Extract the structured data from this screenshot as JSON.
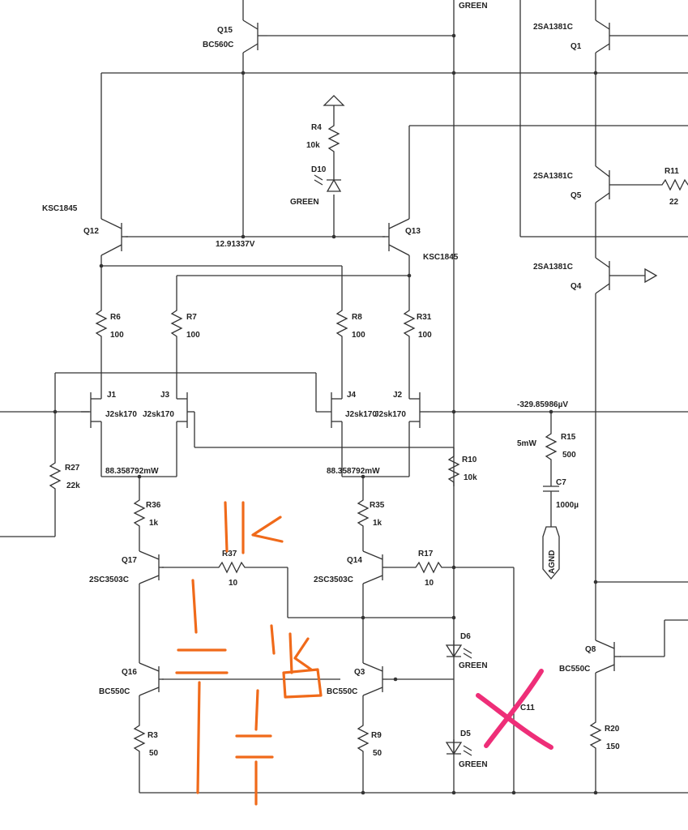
{
  "transistors": [
    {
      "ref": "Q15",
      "part": "BC560C"
    },
    {
      "ref": "Q1",
      "part": "2SA1381C"
    },
    {
      "ref": "Q5",
      "part": "2SA1381C"
    },
    {
      "ref": "Q4",
      "part": "2SA1381C"
    },
    {
      "ref": "Q12",
      "part": "KSC1845"
    },
    {
      "ref": "Q13",
      "part": "KSC1845"
    },
    {
      "ref": "Q17",
      "part": "2SC3503C"
    },
    {
      "ref": "Q14",
      "part": "2SC3503C"
    },
    {
      "ref": "Q16",
      "part": "BC550C"
    },
    {
      "ref": "Q3",
      "part": "BC550C"
    },
    {
      "ref": "Q8",
      "part": "BC550C"
    }
  ],
  "jfets": [
    {
      "ref": "J1",
      "part": "J2sk170"
    },
    {
      "ref": "J3",
      "part": "J2sk170"
    },
    {
      "ref": "J4",
      "part": "J2sk170"
    },
    {
      "ref": "J2",
      "part": "J2sk170"
    }
  ],
  "resistors": [
    {
      "ref": "R4",
      "value": "10k"
    },
    {
      "ref": "R11",
      "value": "22"
    },
    {
      "ref": "R6",
      "value": "100"
    },
    {
      "ref": "R7",
      "value": "100"
    },
    {
      "ref": "R8",
      "value": "100"
    },
    {
      "ref": "R31",
      "value": "100"
    },
    {
      "ref": "R27",
      "value": "22k"
    },
    {
      "ref": "R36",
      "value": "1k"
    },
    {
      "ref": "R35",
      "value": "1k"
    },
    {
      "ref": "R10",
      "value": "10k"
    },
    {
      "ref": "R15",
      "value": "500"
    },
    {
      "ref": "R37",
      "value": "10"
    },
    {
      "ref": "R17",
      "value": "10"
    },
    {
      "ref": "R3",
      "value": "50"
    },
    {
      "ref": "R9",
      "value": "50"
    },
    {
      "ref": "R20",
      "value": "150"
    }
  ],
  "diodes": [
    {
      "ref": "D10",
      "color": "GREEN"
    },
    {
      "ref": "D6",
      "color": "GREEN"
    },
    {
      "ref": "D5",
      "color": "GREEN"
    }
  ],
  "capacitors": [
    {
      "ref": "C7",
      "value": "1000µ"
    },
    {
      "ref": "C11",
      "value": ""
    }
  ],
  "top_led_label": "GREEN",
  "agnd_label": "AGND",
  "readouts": {
    "node_voltage": "12.91337V",
    "input_node": "-329.85986µV",
    "left_power": "88.358792mW",
    "right_power": "88.358792mW",
    "r15_power": "5mW"
  },
  "annotations": {
    "orange_note_1": "1K",
    "orange_note_2": "1K"
  },
  "ink_colors": {
    "annotation_orange": "#f06a1a",
    "cross_pink": "#ee2e78"
  }
}
